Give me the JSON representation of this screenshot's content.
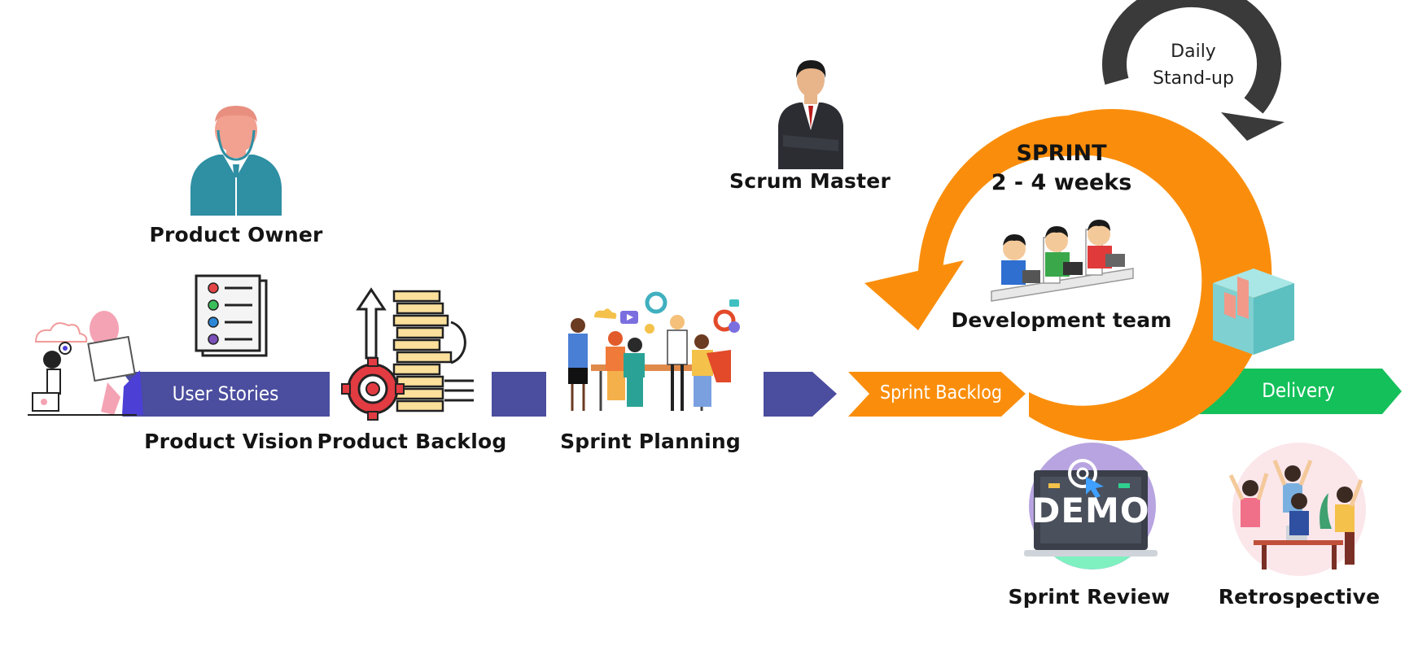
{
  "labels": {
    "product_owner": "Product Owner",
    "product_vision": "Product Vision",
    "product_backlog": "Product Backlog",
    "sprint_planning": "Sprint Planning",
    "scrum_master": "Scrum Master",
    "development_team": "Development team",
    "sprint_review": "Sprint Review",
    "retrospective": "Retrospective"
  },
  "ribbons": {
    "user_stories": "User Stories",
    "sprint_backlog": "Sprint Backlog",
    "delivery": "Delivery"
  },
  "sprint": {
    "line1": "SPRINT",
    "line2": "2 - 4 weeks"
  },
  "daily_standup": {
    "line1": "Daily",
    "line2": "Stand-up"
  },
  "demo_screen_text": "DEMO",
  "colors": {
    "ribbon_blue": "#4b4d9e",
    "sprint_orange": "#fa8e0c",
    "delivery_green": "#14c05a",
    "daily_arrow": "#3a3a3a",
    "owner_teal": "#2f8fa3",
    "skin": "#f2a090"
  },
  "icons": [
    "product-owner-icon",
    "user-stories-illustration-icon",
    "checklist-icon",
    "product-backlog-stack-icon",
    "sprint-planning-team-icon",
    "scrum-master-icon",
    "development-team-icon",
    "delivery-box-icon",
    "demo-monitor-icon",
    "retrospective-team-icon"
  ]
}
